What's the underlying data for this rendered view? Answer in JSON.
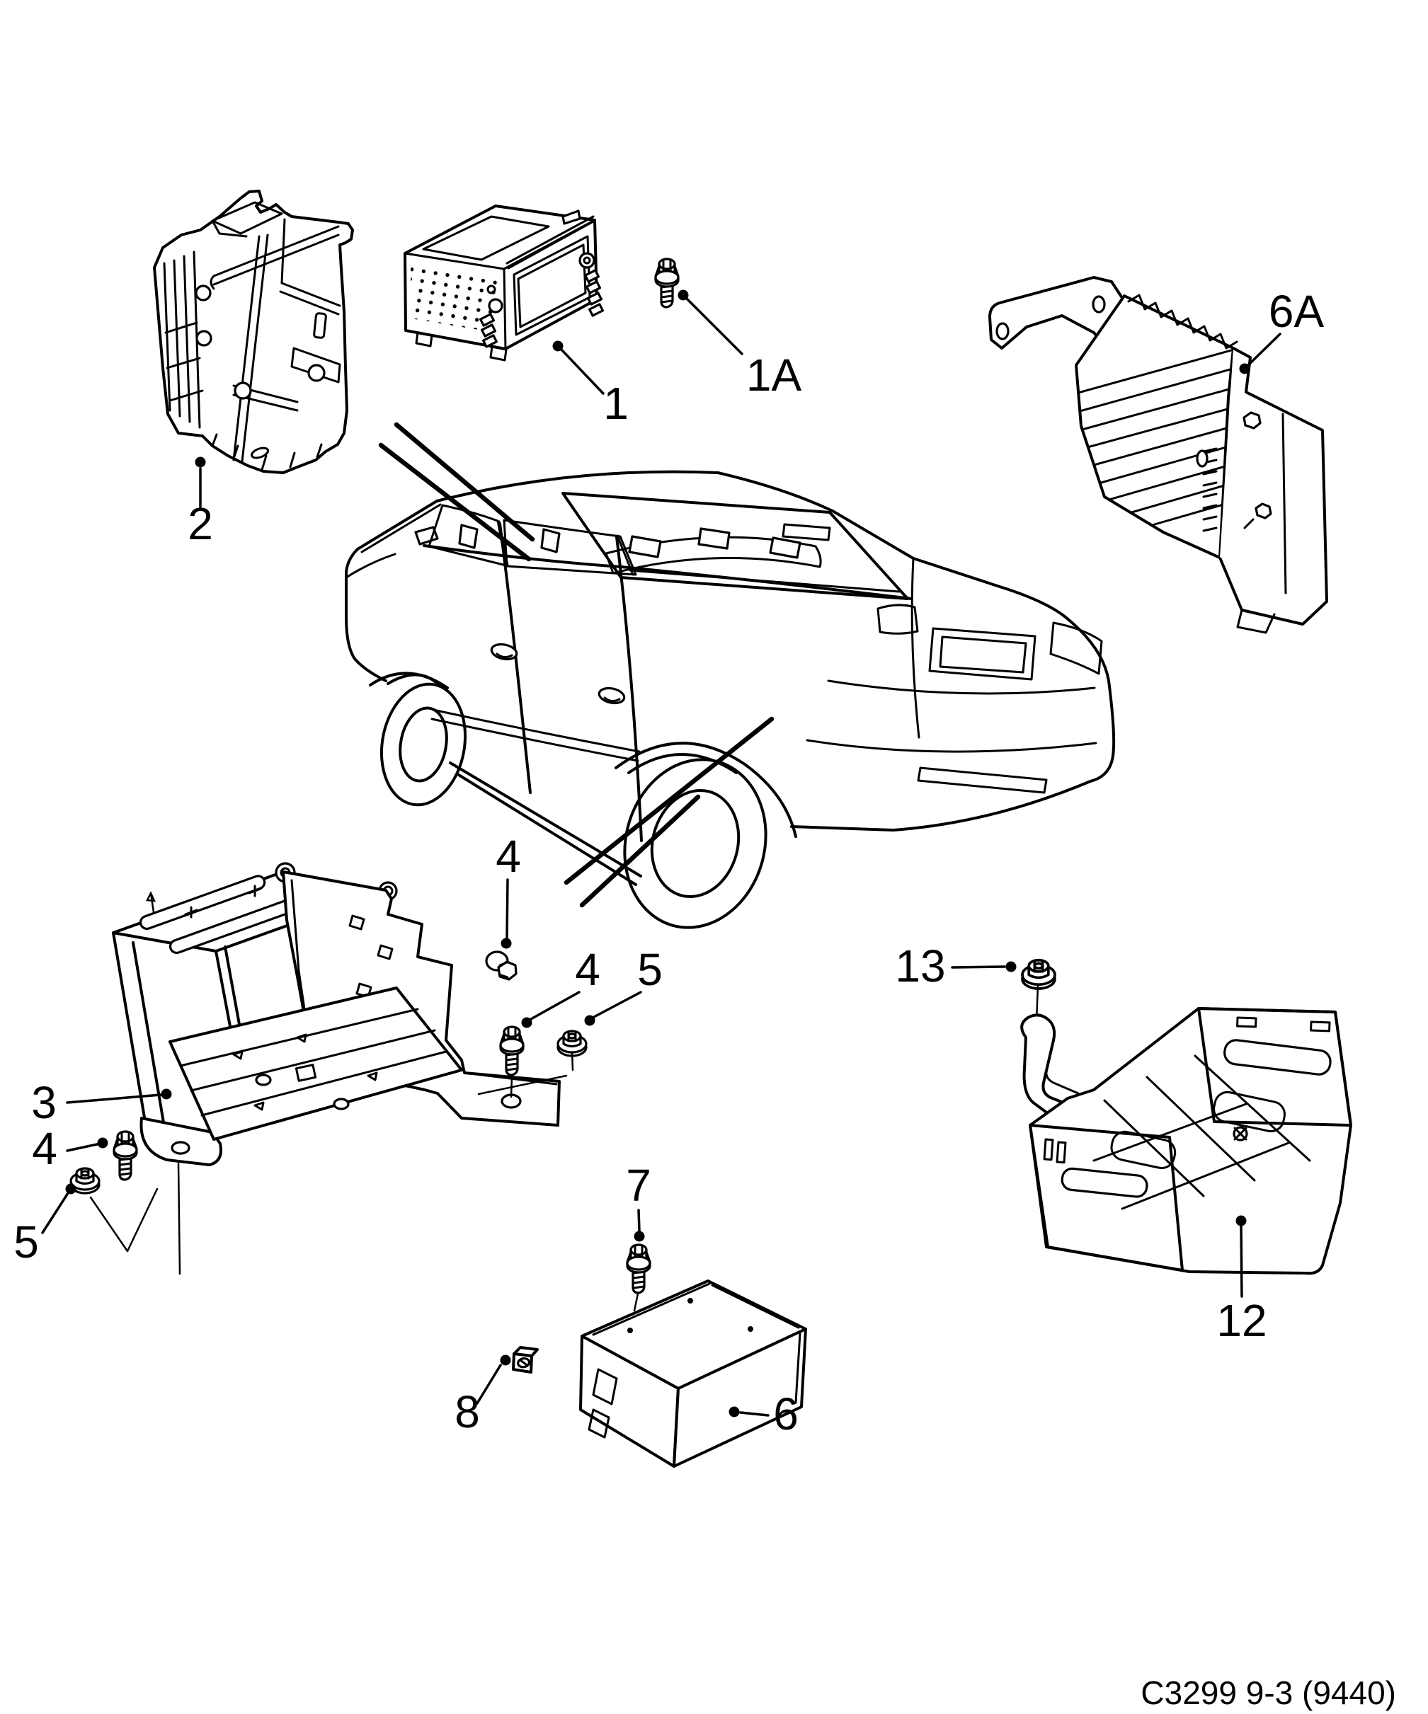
{
  "page": {
    "background": "#ffffff",
    "ink_color": "#000000"
  },
  "footer": {
    "drawing_code": "C3299 9-3 (9440)"
  },
  "callouts": [
    {
      "part": "console-mounting-bracket",
      "text": "2"
    },
    {
      "part": "radio-navigation-head-unit",
      "text": "1"
    },
    {
      "part": "head-unit-screw",
      "text": "1A"
    },
    {
      "part": "amplifier-with-mounting-bracket",
      "text": "6A"
    },
    {
      "part": "cage-rear-bolt",
      "text": "4"
    },
    {
      "part": "cage-right-bolt",
      "text": "4"
    },
    {
      "part": "cage-right-nut",
      "text": "5"
    },
    {
      "part": "radio-mounting-cage",
      "text": "3"
    },
    {
      "part": "cage-left-bolt",
      "text": "4"
    },
    {
      "part": "cage-left-nut",
      "text": "5"
    },
    {
      "part": "bracket-flange-nut",
      "text": "13"
    },
    {
      "part": "rear-shelf-support-bracket",
      "text": "12"
    },
    {
      "part": "amplifier-screw",
      "text": "7"
    },
    {
      "part": "clip-nut",
      "text": "8"
    },
    {
      "part": "rear-amplifier-unit",
      "text": "6"
    }
  ]
}
